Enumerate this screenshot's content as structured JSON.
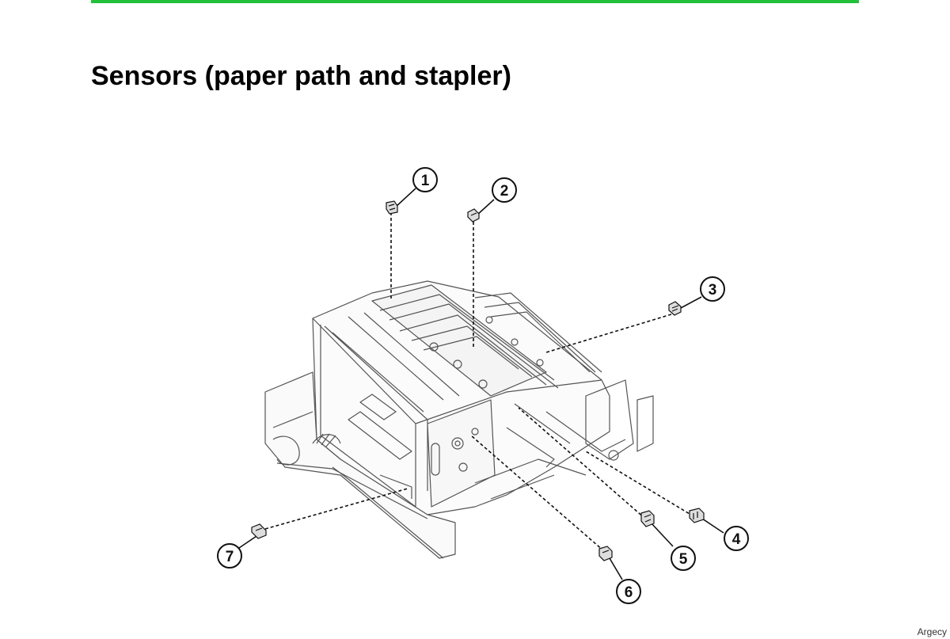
{
  "page": {
    "title": "Sensors (paper path and stapler)",
    "accent_color": "#22c139",
    "footer_brand": "Argecy"
  },
  "diagram": {
    "callouts": [
      {
        "id": 1,
        "label": "1",
        "part": "sensor-icon"
      },
      {
        "id": 2,
        "label": "2",
        "part": "sensor-icon"
      },
      {
        "id": 3,
        "label": "3",
        "part": "sensor-icon"
      },
      {
        "id": 4,
        "label": "4",
        "part": "sensor-icon"
      },
      {
        "id": 5,
        "label": "5",
        "part": "sensor-icon"
      },
      {
        "id": 6,
        "label": "6",
        "part": "sensor-icon"
      },
      {
        "id": 7,
        "label": "7",
        "part": "sensor-icon"
      }
    ]
  }
}
